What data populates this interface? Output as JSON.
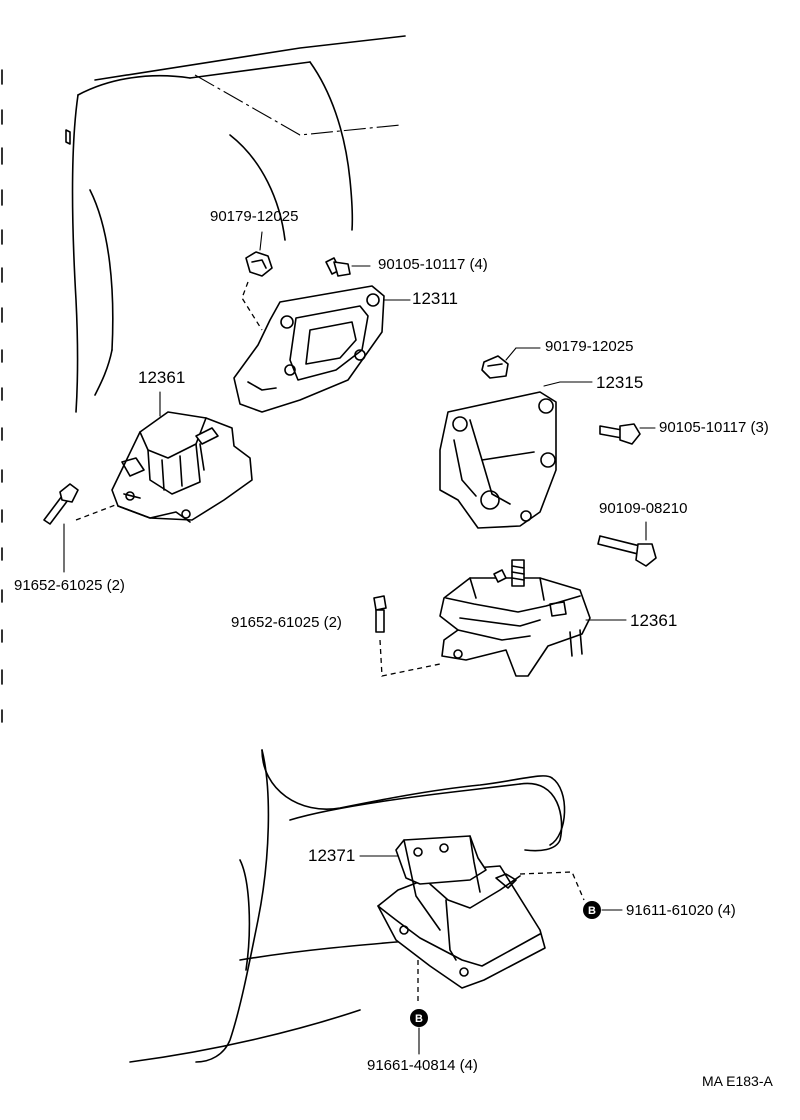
{
  "labels": {
    "bolt_90179_top": "90179-12025",
    "bolt_90105_4": "90105-10117 (4)",
    "part_12311": "12311",
    "part_12361_left": "12361",
    "nut_90179_mid": "90179-12025",
    "part_12315": "12315",
    "bolt_90105_3": "90105-10117 (3)",
    "bolt_90109": "90109-08210",
    "bolt_91652_left": "91652-61025 (2)",
    "bolt_91652_mid": "91652-61025 (2)",
    "part_12361_right": "12361",
    "part_12371": "12371",
    "bolt_91611": "91611-61020 (4)",
    "bolt_91661": "91661-40814 (4)",
    "figure_code": "MA  E183-A"
  },
  "badges": {
    "badge_b_right": "B",
    "badge_b_bottom": "B"
  }
}
